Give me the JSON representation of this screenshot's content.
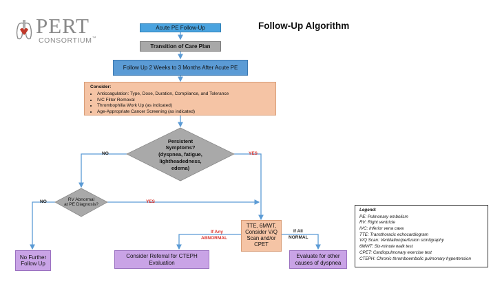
{
  "logo": {
    "line1": "PERT",
    "line2": "CONSORTIUM",
    "tm": "™"
  },
  "title": "Follow-Up Algorithm",
  "nodes": {
    "start": "Acute PE Follow-Up",
    "transition": "Transition of Care Plan",
    "followup": "Follow Up 2 Weeks to 3 Months After Acute PE",
    "consider_title": "Consider:",
    "consider_items": [
      "Anticoagulation: Type, Dose, Duration, Compliance, and Tolerance",
      "IVC Filter Removal",
      "Thrombophilia Work Up (as indicated)",
      "Age-Appropriate Cancer Screening (as indicated)"
    ],
    "persistent": "Persistent Symptoms? (dyspnea, fatigue, lightheadedness, edema)",
    "persistent_l1": "Persistent",
    "persistent_l2": "Symptoms?",
    "persistent_l3": "(dyspnea, fatigue,",
    "persistent_l4": "lightheadedness,",
    "persistent_l5": "edema)",
    "rv_l1": "RV Abnormal",
    "rv_l2": "at PE Diagnosis?",
    "tests": "TTE, 6MWT, Consider V/Q Scan and/or CPET",
    "no_followup": "No Further Follow Up",
    "cteph": "Consider Referral for CTEPH Evaluation",
    "other": "Evaluate for other causes of dyspnea"
  },
  "edge_labels": {
    "no1": "NO",
    "yes1": "YES",
    "no2": "NO",
    "yes2": "YES",
    "if_any": "If Any",
    "abnormal": "ABNORMAL",
    "if_all": "If All",
    "normal": "NORMAL"
  },
  "legend": {
    "title": "Legend:",
    "items": [
      "PE: Pulmonary embolism",
      "RV: Right ventricle",
      "IVC: Inferior vena cava",
      "TTE: Transthoracic echocardiogram",
      "V/Q Scan: Ventilation/perfusion scintigraphy",
      "6MWT: Six-minute walk test",
      "CPET: Cardiopulmonary exercise test",
      "CTEPH: Chronic thromboembolic pulmonary hypertension"
    ]
  },
  "colors": {
    "arrow": "#5b9bd5",
    "red_label": "#d9302a",
    "diamond_fill": "#a9a9a9",
    "peach": "#f5c4a5",
    "purple": "#c9a3e6"
  }
}
